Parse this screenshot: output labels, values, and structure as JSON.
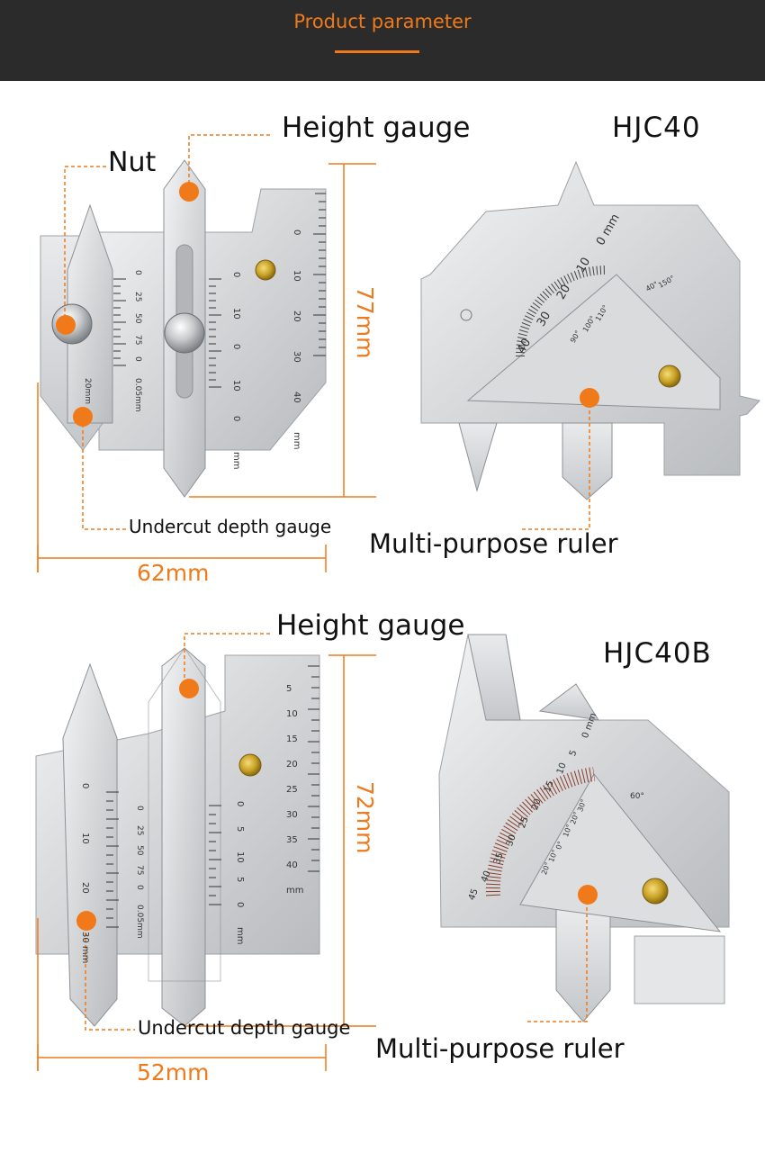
{
  "header": {
    "title": "Product parameter"
  },
  "colors": {
    "accent": "#f07a1a",
    "header_bg": "#2b2b2b",
    "steel": "#d6d8da",
    "brass": "#c9a227"
  },
  "top": {
    "model": "HJC40",
    "labels": {
      "height_gauge": "Height gauge",
      "nut": "Nut",
      "undercut": "Undercut depth gauge",
      "multi": "Multi-purpose ruler"
    },
    "dimensions": {
      "height": "77mm",
      "width": "62mm"
    },
    "scales": {
      "main": [
        "0",
        "10",
        "20",
        "30",
        "40",
        "mm"
      ],
      "inner": [
        "0",
        "10",
        "0",
        "10",
        "0",
        "mm"
      ],
      "undercut": [
        "0",
        "25",
        "50",
        "75",
        "0",
        "0.05mm"
      ],
      "undercut_bottom": "20mm",
      "multi_arc": [
        "0 mm",
        "10",
        "20",
        "30",
        "40"
      ],
      "multi_angles": [
        "90°",
        "100°",
        "110°"
      ],
      "multi_angles2": [
        "40°",
        "150°"
      ]
    }
  },
  "bottom": {
    "model": "HJC40B",
    "labels": {
      "height_gauge": "Height gauge",
      "undercut": "Undercut depth gauge",
      "multi": "Multi-purpose ruler"
    },
    "dimensions": {
      "height": "72mm",
      "width": "52mm"
    },
    "scales": {
      "main": [
        "5",
        "10",
        "15",
        "20",
        "25",
        "30",
        "35",
        "40",
        "mm"
      ],
      "inner": [
        "0",
        "5",
        "10",
        "5",
        "0",
        "mm"
      ],
      "undercut": [
        "0",
        "25",
        "50",
        "75",
        "0",
        "0.05mm"
      ],
      "undercut_left": [
        "0",
        "10",
        "20",
        "30 mm"
      ],
      "multi_arc": [
        "0 mm",
        "5",
        "10",
        "15",
        "20",
        "25",
        "30",
        "35",
        "40",
        "45"
      ],
      "multi_angles": [
        "30°",
        "20°",
        "10°",
        "0°",
        "10°",
        "20°"
      ],
      "multi_angles2": [
        "60°"
      ]
    }
  }
}
